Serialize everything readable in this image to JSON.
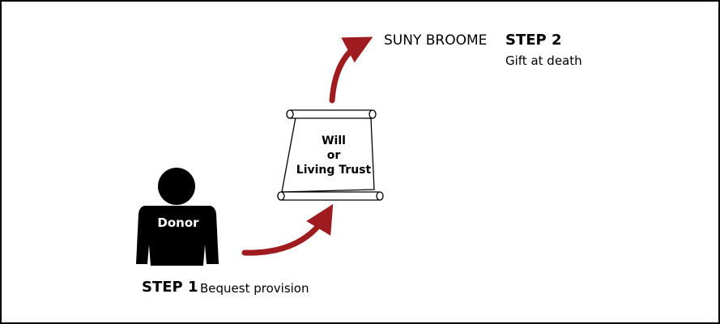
{
  "colors": {
    "arrow": "#9e1b20",
    "figure": "#000000",
    "border": "#000000",
    "background": "#ffffff"
  },
  "destination": {
    "name": "SUNY BROOME"
  },
  "step2": {
    "label": "STEP 2",
    "description": "Gift at death"
  },
  "step1": {
    "label": "STEP 1",
    "description": "Bequest provision"
  },
  "document": {
    "line1": "Will",
    "line2": "or",
    "line3": "Living Trust"
  },
  "donor": {
    "label": "Donor"
  },
  "icons": {
    "person": "person-silhouette-icon",
    "scroll": "scroll-document-icon",
    "arrow": "curved-arrow-icon"
  }
}
